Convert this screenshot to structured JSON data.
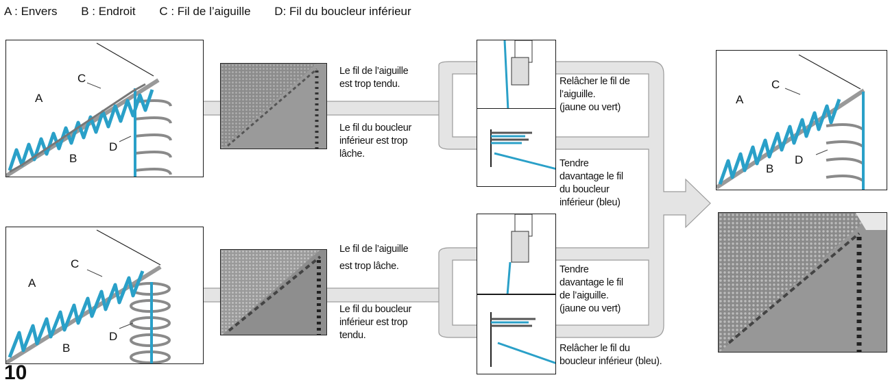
{
  "legend": {
    "a": "A : Envers",
    "b": "B : Endroit",
    "c": "C : Fil de l’aiguille",
    "d": "D: Fil du boucleur inférieur"
  },
  "diagram_labels": {
    "a": "A",
    "b": "B",
    "c": "C",
    "d": "D"
  },
  "problems": {
    "top_needle": [
      "Le fil de l’aiguille",
      "est trop tendu."
    ],
    "top_looper": [
      "Le fil du boucleur",
      "inférieur est trop",
      "lâche."
    ],
    "bottom_needle": [
      "Le fil de l’aiguille",
      "est trop lâche."
    ],
    "bottom_looper": [
      "Le fil du boucleur",
      "inférieur est trop",
      "tendu."
    ]
  },
  "remedies": {
    "loosen_needle": [
      "Relâcher le fil de",
      "l’aiguille.",
      "(jaune ou vert)"
    ],
    "tighten_looper": [
      "Tendre",
      "davantage le fil",
      "du boucleur",
      "inférieur (bleu)"
    ],
    "tighten_needle": [
      "Tendre",
      "davantage le fil",
      "de  l’aiguille.",
      "(jaune ou vert)"
    ],
    "loosen_looper": [
      "Relâcher le fil du",
      "boucleur inférieur (bleu)."
    ]
  },
  "page_number": "10",
  "colors": {
    "thread_blue": "#2aa0c8",
    "flow_gray": "#e4e4e4",
    "flow_edge": "#9a9a9a"
  }
}
